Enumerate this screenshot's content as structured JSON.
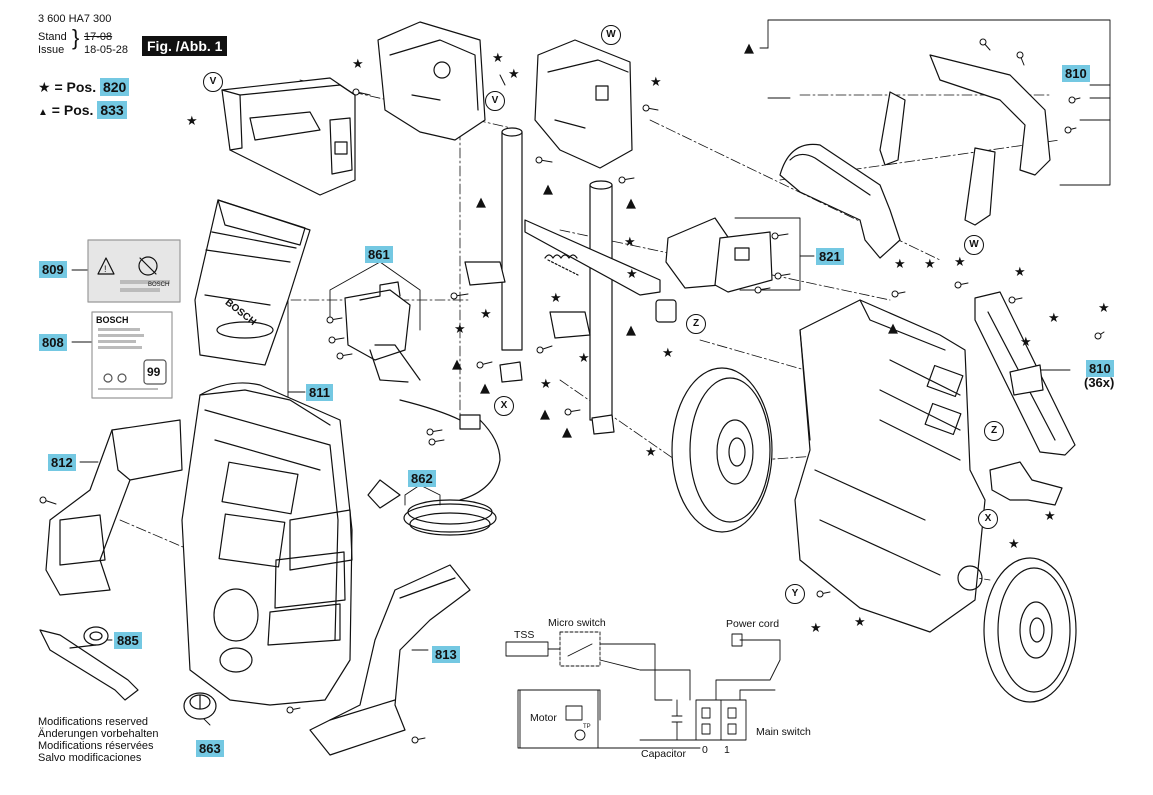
{
  "header": {
    "doc_number": "3 600 HA7 300",
    "stand_label": "Stand",
    "issue_label": "Issue",
    "stand_value_old": "17-08",
    "issue_value": "18-05-28",
    "figure_label": "Fig. /Abb. 1"
  },
  "legend": [
    {
      "symbol": "★",
      "text": "= Pos.",
      "pos": "820"
    },
    {
      "symbol": "▲",
      "text": "= Pos.",
      "pos": "833"
    }
  ],
  "part_tags": {
    "p809": "809",
    "p808": "808",
    "p812": "812",
    "p885": "885",
    "p863": "863",
    "p811": "811",
    "p861": "861",
    "p862": "862",
    "p813": "813",
    "p821": "821",
    "p810_top": "810",
    "p810_right": "810",
    "p810_qty": "(36x)"
  },
  "callouts": {
    "v": "V",
    "w": "W",
    "x": "X",
    "y": "Y",
    "z": "Z"
  },
  "wiring": {
    "tss": "TSS",
    "micro_switch": "Micro switch",
    "power_cord": "Power cord",
    "motor": "Motor",
    "capacitor": "Capacitor",
    "main_switch": "Main switch",
    "pos_0": "0",
    "pos_1": "1",
    "tp": "TP"
  },
  "label_809": "BOSCH",
  "label_808_brand": "BOSCH",
  "label_808_rating": "99",
  "housing_brand": "BOSCH",
  "modifications": [
    "Modifications reserved",
    "Änderungen vorbehalten",
    "Modifications réservées",
    "Salvo modificaciones"
  ],
  "colors": {
    "tag_bg": "#74c8e2",
    "ink": "#111111",
    "label_bg": "#e6e6e6"
  }
}
